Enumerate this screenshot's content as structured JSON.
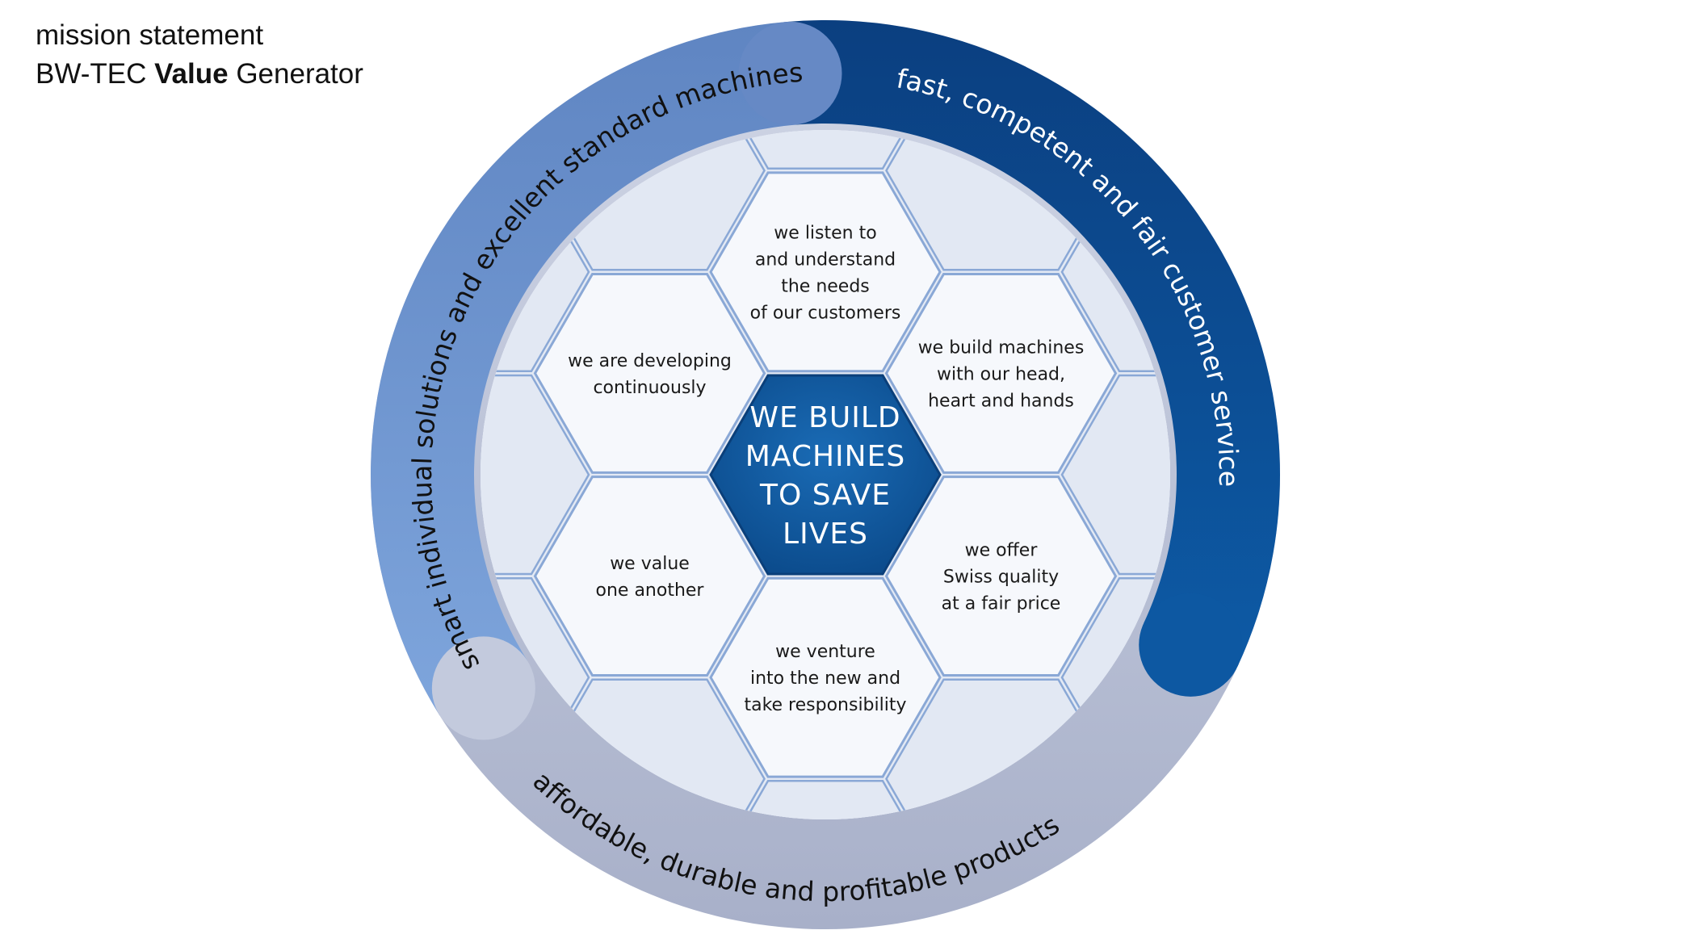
{
  "title": {
    "line1": "mission statement",
    "line2_prefix": "BW-TEC ",
    "line2_bold": "Value",
    "line2_suffix": " Generator"
  },
  "center": {
    "lines": [
      "WE BUILD",
      "MACHINES",
      "TO SAVE",
      "LIVES"
    ]
  },
  "hexagons": [
    {
      "id": "top",
      "lines": [
        "we listen to",
        "and understand",
        "the needs",
        "of our customers"
      ]
    },
    {
      "id": "upper-right",
      "lines": [
        "we build machines",
        "with our head,",
        "heart and hands"
      ]
    },
    {
      "id": "lower-right",
      "lines": [
        "we offer",
        "Swiss quality",
        "at a fair price"
      ]
    },
    {
      "id": "bottom",
      "lines": [
        "we venture",
        "into the new and",
        "take responsibility"
      ]
    },
    {
      "id": "lower-left",
      "lines": [
        "we value",
        "one another"
      ]
    },
    {
      "id": "upper-left",
      "lines": [
        "we are developing",
        "continuously"
      ]
    }
  ],
  "arcs": {
    "left": "smart individual solutions and excellent standard machines",
    "right": "fast, competent and fair customer service",
    "bottom": "affordable, durable and profitable products"
  },
  "colors": {
    "dark_blue": "#0a4b8c",
    "mid_blue": "#6f96cf",
    "gray_blue": "#b8bfd6",
    "hex_fill": "#f5f7fb",
    "hex_border": "#8aa8d6",
    "center_fill": "#0f5a9e"
  }
}
